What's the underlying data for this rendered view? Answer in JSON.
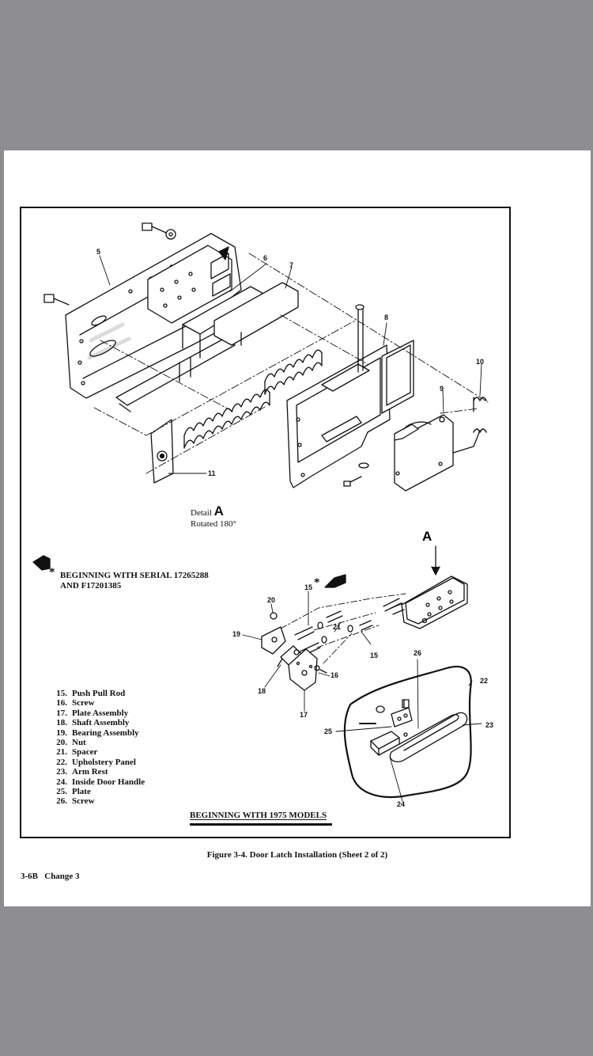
{
  "callouts": {
    "c5": "5",
    "c6": "6",
    "c7": "7",
    "c8": "8",
    "c9": "9",
    "c10": "10",
    "c11": "11",
    "c15a": "15",
    "c15b": "15",
    "c16": "16",
    "c17": "17",
    "c18": "18",
    "c19": "19",
    "c20": "20",
    "c21": "21",
    "c22": "22",
    "c23": "23",
    "c24": "24",
    "c25": "25",
    "c26": "26"
  },
  "detail": {
    "label": "Detail",
    "letter": "A",
    "rotation": "Rotated 180°"
  },
  "view_marker": "A",
  "serial_note": {
    "asterisk": "*",
    "line1": "BEGINNING WITH SERIAL 17265288",
    "line2": "AND F17201385"
  },
  "legend": [
    {
      "num": "15.",
      "text": "Push Pull Rod"
    },
    {
      "num": "16.",
      "text": "Screw"
    },
    {
      "num": "17.",
      "text": "Plate Assembly"
    },
    {
      "num": "18.",
      "text": "Shaft Assembly"
    },
    {
      "num": "19.",
      "text": "Bearing Assembly"
    },
    {
      "num": "20.",
      "text": "Nut"
    },
    {
      "num": "21.",
      "text": "Spacer"
    },
    {
      "num": "22.",
      "text": "Upholstery Panel"
    },
    {
      "num": "23.",
      "text": "Arm Rest"
    },
    {
      "num": "24.",
      "text": "Inside Door Handle"
    },
    {
      "num": "25.",
      "text": "Plate"
    },
    {
      "num": "26.",
      "text": "Screw"
    }
  ],
  "models_note": "BEGINNING WITH 1975 MODELS",
  "caption": "Figure 3-4. Door Latch Installation (Sheet 2 of 2)",
  "footer": "3-6B   Change 3"
}
